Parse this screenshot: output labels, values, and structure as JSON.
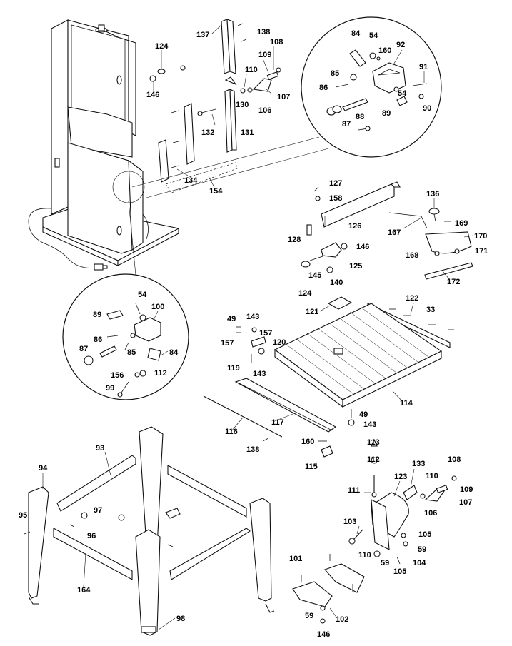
{
  "diagram": {
    "labels": {
      "l137": "137",
      "l138a": "138",
      "l124a": "124",
      "l108a": "108",
      "l109a": "109",
      "l146a": "146",
      "l110a": "110",
      "l107a": "107",
      "l130": "130",
      "l106a": "106",
      "l132": "132",
      "l131": "131",
      "l134": "134",
      "l154": "154",
      "l84a": "84",
      "l54a": "54",
      "l160a": "160",
      "l92": "92",
      "l85a": "85",
      "l91": "91",
      "l86a": "86",
      "l54b": "54",
      "l88": "88",
      "l89a": "89",
      "l90": "90",
      "l87a": "87",
      "l127": "127",
      "l158": "158",
      "l136": "136",
      "l169": "169",
      "l126": "126",
      "l167": "167",
      "l170": "170",
      "l128": "128",
      "l146b": "146",
      "l168": "168",
      "l171": "171",
      "l145": "145",
      "l125": "125",
      "l124b": "124",
      "l140": "140",
      "l172": "172",
      "l54c": "54",
      "l100": "100",
      "l89b": "89",
      "l86b": "86",
      "l87b": "87",
      "l85b": "85",
      "l84b": "84",
      "l156": "156",
      "l112a": "112",
      "l99": "99",
      "l121": "121",
      "l122": "122",
      "l33": "33",
      "l49a": "49",
      "l143a": "143",
      "l157a": "157",
      "l157b": "157",
      "l120": "120",
      "l119": "119",
      "l143b": "143",
      "l114": "114",
      "l49b": "49",
      "l143c": "143",
      "l117": "117",
      "l116": "116",
      "l138b": "138",
      "l160b": "160",
      "l113": "113",
      "l115": "115",
      "l112b": "112",
      "l133": "133",
      "l108b": "108",
      "l123": "123",
      "l110b": "110",
      "l111": "111",
      "l109b": "109",
      "l106b": "106",
      "l107b": "107",
      "l103": "103",
      "l105a": "105",
      "l59a": "59",
      "l110c": "110",
      "l59b": "59",
      "l105b": "105",
      "l104": "104",
      "l101": "101",
      "l59c": "59",
      "l102": "102",
      "l146c": "146",
      "l93": "93",
      "l94": "94",
      "l95": "95",
      "l97": "97",
      "l96": "96",
      "l164": "164",
      "l98": "98"
    }
  }
}
